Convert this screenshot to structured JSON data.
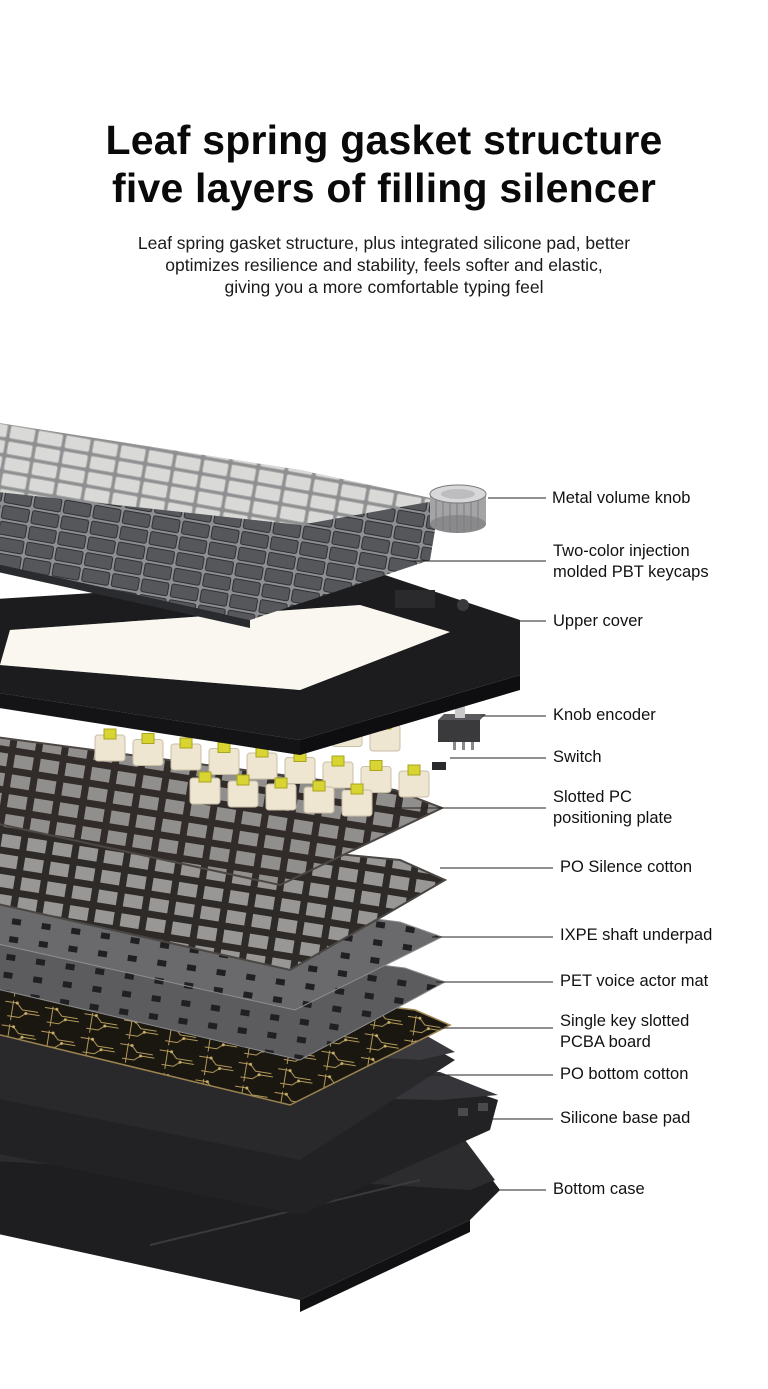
{
  "headline": {
    "line1": "Leaf spring gasket structure",
    "line2": "five layers of filling silencer"
  },
  "subtitle": {
    "line1": "Leaf spring gasket structure, plus integrated silicone pad, better",
    "line2": "optimizes resilience and stability, feels softer and elastic,",
    "line3": "giving you a more comfortable typing feel"
  },
  "labels": [
    {
      "line1": "Metal volume knob",
      "line2": ""
    },
    {
      "line1": "Two-color injection",
      "line2": "molded PBT keycaps"
    },
    {
      "line1": "Upper cover",
      "line2": ""
    },
    {
      "line1": "Knob encoder",
      "line2": ""
    },
    {
      "line1": "Switch",
      "line2": ""
    },
    {
      "line1": "Slotted PC",
      "line2": "positioning plate"
    },
    {
      "line1": "PO Silence cotton",
      "line2": ""
    },
    {
      "line1": "IXPE shaft underpad",
      "line2": ""
    },
    {
      "line1": "PET voice actor mat",
      "line2": ""
    },
    {
      "line1": "Single key slotted",
      "line2": "PCBA board"
    },
    {
      "line1": "PO bottom cotton",
      "line2": ""
    },
    {
      "line1": "Silicone base pad",
      "line2": ""
    },
    {
      "line1": "Bottom case",
      "line2": ""
    }
  ],
  "colors": {
    "keycap_light": "#d4d4d2",
    "keycap_dark": "#4a4c50",
    "cover": "#1c1c1e",
    "switch_housing": "#efe6d2",
    "switch_stem": "#d8d431",
    "plate": "#2e2a28",
    "foam_gray": "#6a6a6c",
    "pcb": "#1a1610",
    "pcb_trace": "#b39a5a",
    "case": "#1e1e20"
  }
}
